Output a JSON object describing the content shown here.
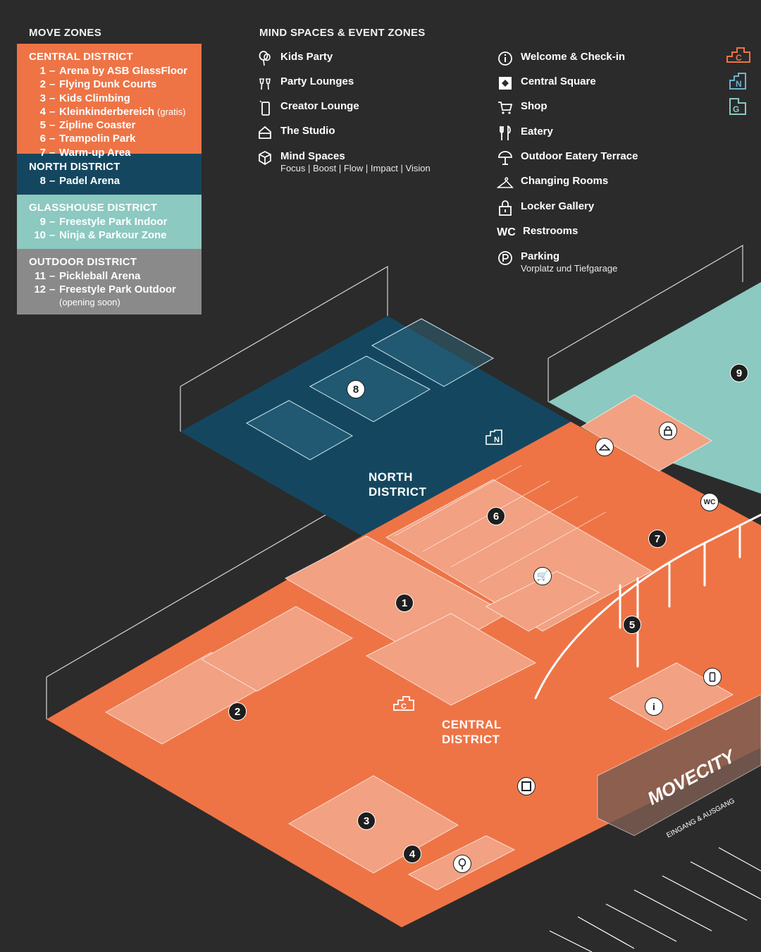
{
  "move_zones": {
    "title": "MOVE ZONES",
    "districts": [
      {
        "name": "CENTRAL DISTRICT",
        "items": [
          {
            "num": "1",
            "label": "Arena by ASB GlassFloor"
          },
          {
            "num": "2",
            "label": "Flying Dunk Courts"
          },
          {
            "num": "3",
            "label": "Kids Climbing"
          },
          {
            "num": "4",
            "label": "Kleinkinderbereich",
            "note": "(gratis)"
          },
          {
            "num": "5",
            "label": "Zipline Coaster"
          },
          {
            "num": "6",
            "label": "Trampolin Park"
          },
          {
            "num": "7",
            "label": "Warm-up Area"
          }
        ]
      },
      {
        "name": "NORTH DISTRICT",
        "items": [
          {
            "num": "8",
            "label": "Padel Arena"
          }
        ]
      },
      {
        "name": "GLASSHOUSE DISTRICT",
        "items": [
          {
            "num": "9",
            "label": "Freestyle Park Indoor"
          },
          {
            "num": "10",
            "label": "Ninja & Parkour Zone"
          }
        ]
      },
      {
        "name": "OUTDOOR DISTRICT",
        "items": [
          {
            "num": "11",
            "label": "Pickleball Arena"
          },
          {
            "num": "12",
            "label": "Freestyle Park Outdoor",
            "sub": "(opening soon)"
          }
        ]
      }
    ]
  },
  "mind_spaces": {
    "title": "MIND SPACES & EVENT ZONES",
    "items": [
      {
        "icon": "balloon-icon",
        "label": "Kids Party"
      },
      {
        "icon": "champagne-icon",
        "label": "Party Lounges"
      },
      {
        "icon": "phone-icon",
        "label": "Creator Lounge"
      },
      {
        "icon": "house-icon",
        "label": "The Studio"
      },
      {
        "icon": "cube-icon",
        "label": "Mind Spaces",
        "sub": "Focus | Boost | Flow | Impact | Vision"
      }
    ]
  },
  "services": {
    "items": [
      {
        "icon": "info-icon",
        "label": "Welcome & Check-in"
      },
      {
        "icon": "square-icon",
        "label": "Central Square"
      },
      {
        "icon": "cart-icon",
        "label": "Shop"
      },
      {
        "icon": "cutlery-icon",
        "label": "Eatery"
      },
      {
        "icon": "umbrella-icon",
        "label": "Outdoor Eatery Terrace"
      },
      {
        "icon": "hanger-icon",
        "label": "Changing Rooms"
      },
      {
        "icon": "lock-icon",
        "label": "Locker Gallery"
      },
      {
        "icon": "wc-icon",
        "label": "Restrooms",
        "glyph": "WC"
      },
      {
        "icon": "parking-icon",
        "label": "Parking",
        "sub": "Vorplatz und Tiefgarage"
      }
    ]
  },
  "map": {
    "north_label_1": "NORTH",
    "north_label_2": "DISTRICT",
    "central_label_1": "CENTRAL",
    "central_label_2": "DISTRICT",
    "logo": "MOVECITY",
    "entrance": "EINGANG & AUSGANG",
    "wc": "WC",
    "pins": [
      "1",
      "2",
      "3",
      "4",
      "5",
      "6",
      "7",
      "8",
      "9"
    ]
  },
  "colors": {
    "background": "#2b2b2b",
    "central": "#ee7446",
    "north": "#14475f",
    "glasshouse": "#8cc9c0",
    "outdoor": "#8a8a8a"
  }
}
